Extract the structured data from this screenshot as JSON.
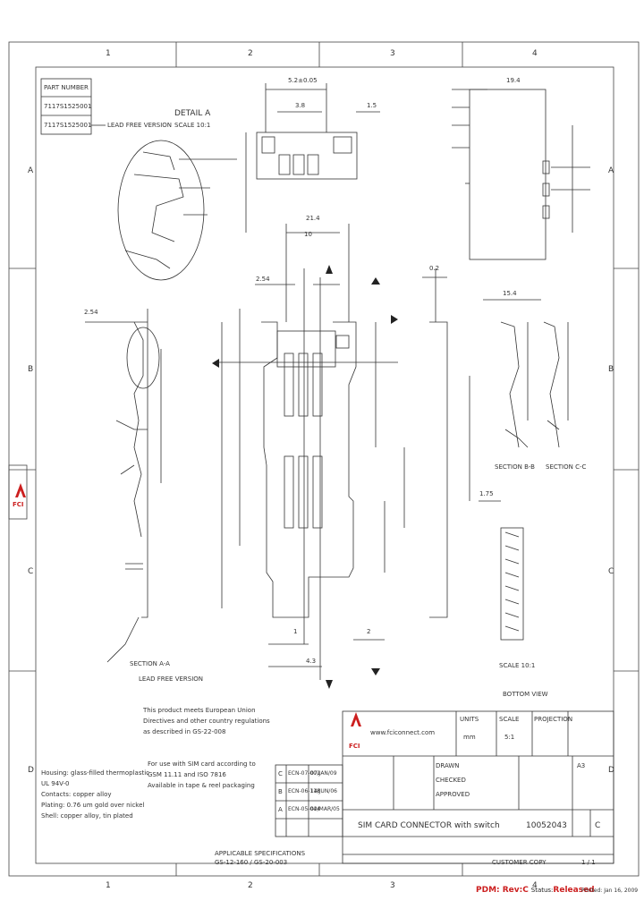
{
  "border": {
    "columns": [
      "1",
      "2",
      "3",
      "4"
    ],
    "rows": [
      "A",
      "B",
      "C",
      "D"
    ]
  },
  "parts": {
    "header": "PART NUMBER",
    "rows": [
      "7117S1525001",
      "7117S1525001"
    ],
    "note": "LEAD FREE VERSION"
  },
  "views": {
    "detail_a_title": "DETAIL A",
    "detail_a_scale": "SCALE 10:1",
    "section_aa_title": "SECTION A-A",
    "section_aa_note": "LEAD FREE VERSION",
    "section_bb": "SECTION B-B",
    "section_cc": "SECTION C-C",
    "detail_scale": "SCALE 10:1",
    "bottom_view": "BOTTOM VIEW"
  },
  "dims": {
    "top_width": "5.2±0.05",
    "inner_width": "3.8",
    "side_gap": "1.5",
    "overall": "21.4",
    "pitch": "10",
    "tab": "2.54",
    "tip": "2.54",
    "clearance": "1.75",
    "bottom_1": "1",
    "bottom_2": "2",
    "bottom_3": "4.3",
    "side": "19.4",
    "thickness": "15.4",
    "stand": "0.2"
  },
  "notes": {
    "compliance": [
      "This product meets European Union",
      "Directives and other country regulations",
      "as described in GS-22-008"
    ],
    "materials": [
      "Housing: glass-filled thermoplastic",
      "UL 94V-0",
      "Contacts: copper alloy",
      "Plating: 0.76 um gold over nickel",
      "Shell: copper alloy, tin plated"
    ],
    "packaging": [
      "For use with SIM card according to",
      "GSM 11.11 and ISO 7816",
      "Available in tape & reel packaging"
    ],
    "footer_small": [
      "APPLICABLE SPECIFICATIONS",
      "GS-12-160 / GS-20-003"
    ]
  },
  "title_block": {
    "brand": "FCI",
    "website": "www.fciconnect.com",
    "units_label": "UNITS",
    "units": "mm",
    "scale_label": "SCALE",
    "scale": "5:1",
    "projection_label": "PROJECTION",
    "title": "SIM CARD CONNECTOR with switch",
    "doc_number": "10052043",
    "sheet_type": "CUSTOMER COPY",
    "revision": "C",
    "size": "A3",
    "sheet": "1 / 1",
    "revision_rows": [
      {
        "rev": "C",
        "ecn": "ECN-07-001",
        "date": "07/JAN/09"
      },
      {
        "rev": "B",
        "ecn": "ECN-06-118",
        "date": "14/JUN/06"
      },
      {
        "rev": "A",
        "ecn": "ECN-05-044",
        "date": "02/MAR/05"
      }
    ],
    "drawn_label": "DRAWN",
    "checked_label": "CHECKED",
    "approved_label": "APPROVED"
  },
  "status": {
    "pdm_label": "PDM: Rev:",
    "pdm_rev": "C",
    "status_label": "Status:",
    "status_value": "Released",
    "printed": "Printed: Jan 16, 2009"
  }
}
